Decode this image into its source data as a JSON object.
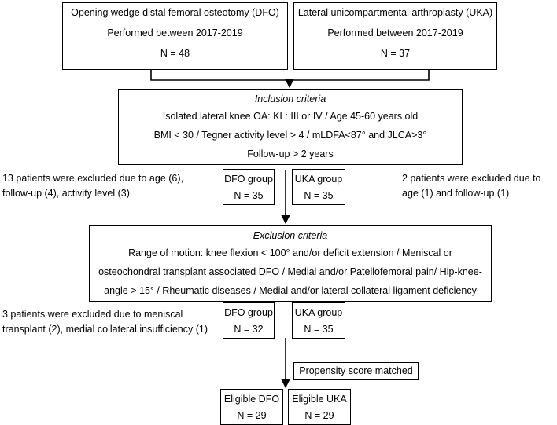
{
  "dfo_source": {
    "line1": "Opening wedge distal femoral osteotomy (DFO)",
    "line2": "Performed between 2017-2019",
    "line3": "N = 48"
  },
  "uka_source": {
    "line1": "Lateral unicompartmental arthroplasty (UKA)",
    "line2": "Performed between 2017-2019",
    "line3": "N = 37"
  },
  "inclusion": {
    "title": "Inclusion criteria",
    "line1": "Isolated lateral knee OA: KL: III or IV / Age 45-60 years old",
    "line2": "BMI < 30 / Tegner activity level > 4 / mLDFA<87° and JLCA>3°",
    "line3": "Follow-up > 2 years"
  },
  "excluded_left_1": {
    "line1": "13 patients were excluded due to age (6),",
    "line2": "follow-up (4), activity level (3)"
  },
  "excluded_right_1": {
    "line1": "2 patients were excluded due to",
    "line2": "age (1) and follow-up (1)"
  },
  "stage1": {
    "dfo": {
      "label": "DFO group",
      "n": "N = 35"
    },
    "uka": {
      "label": "UKA group",
      "n": "N = 35"
    }
  },
  "exclusion": {
    "title": "Exclusion criteria",
    "line1": "Range of motion: knee flexion < 100° and/or deficit extension / Meniscal or",
    "line2": "osteochondral transplant associated DFO / Medial and/or Patellofemoral pain/ Hip-knee-",
    "line3": "angle > 15° / Rheumatic diseases / Medial and/or lateral collateral ligament deficiency"
  },
  "excluded_left_2": {
    "line1": "3 patients were excluded due to meniscal",
    "line2": "transplant (2), medial collateral insufficiency (1)"
  },
  "stage2": {
    "dfo": {
      "label": "DFO group",
      "n": "N = 32"
    },
    "uka": {
      "label": "UKA group",
      "n": "N = 35"
    }
  },
  "propensity": {
    "label": "Propensity score matched"
  },
  "eligible": {
    "dfo": {
      "label": "Eligible DFO",
      "n": "N = 29"
    },
    "uka": {
      "label": "Eligible UKA",
      "n": "N = 29"
    }
  }
}
